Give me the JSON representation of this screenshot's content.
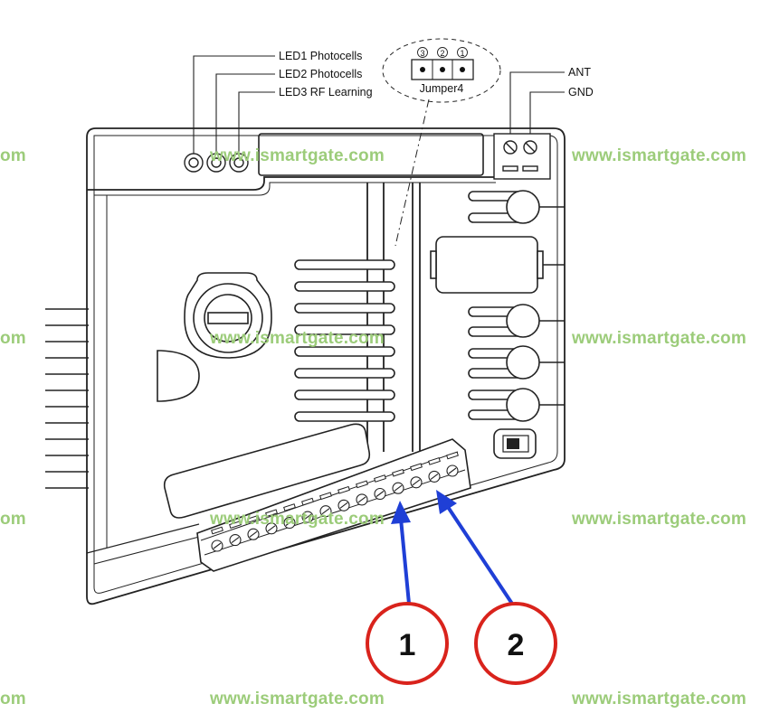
{
  "labels": {
    "led1": "LED1 Photocells",
    "led2": "LED2 Photocells",
    "led3": "LED3 RF Learning",
    "jumper": "Jumper4",
    "jumper_pins": [
      "3",
      "2",
      "1"
    ],
    "ant": "ANT",
    "gnd": "GND"
  },
  "callouts": [
    {
      "number": "1"
    },
    {
      "number": "2"
    }
  ],
  "watermark": {
    "text": "www.ismartgate.com",
    "edge_text": "om"
  },
  "colors": {
    "watermark": "#9ccc7a",
    "callout_ring": "#d9231c",
    "arrow": "#1f3fd6",
    "line": "#222222"
  }
}
